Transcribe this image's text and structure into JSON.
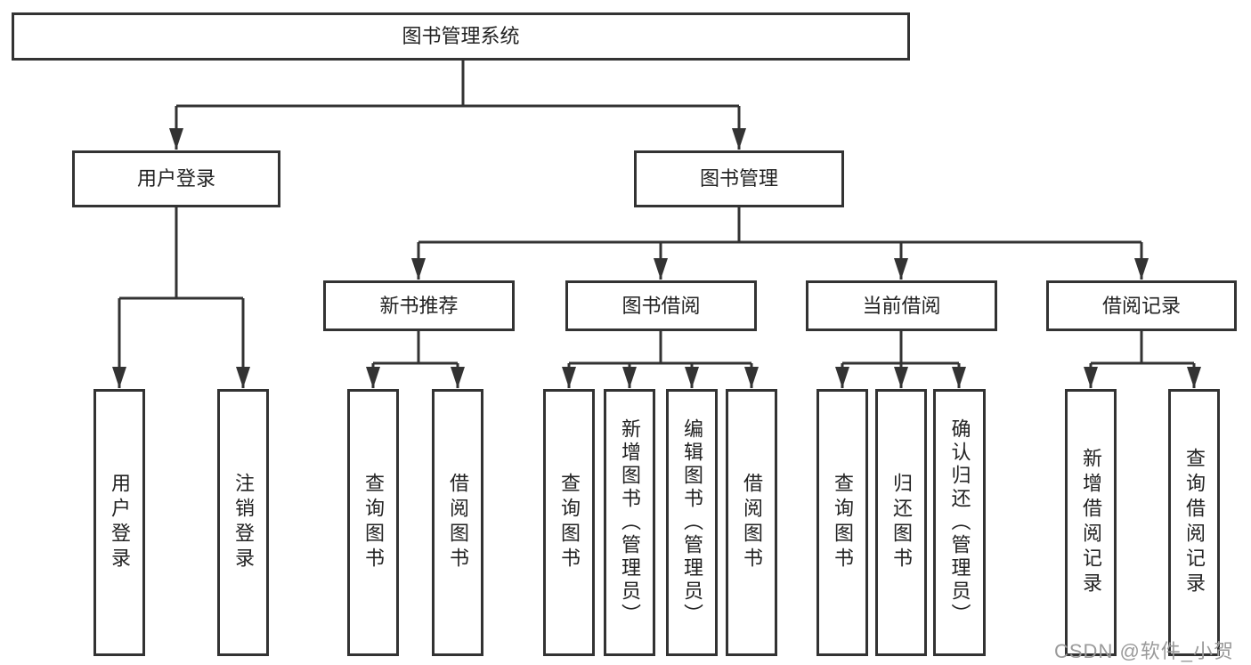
{
  "diagram_title": "图书管理系统",
  "tree": {
    "label": "图书管理系统",
    "children": [
      {
        "label": "用户登录",
        "children": [
          {
            "label": "用户登录"
          },
          {
            "label": "注销登录"
          }
        ]
      },
      {
        "label": "图书管理",
        "children": [
          {
            "label": "新书推荐",
            "children": [
              {
                "label": "查询图书"
              },
              {
                "label": "借阅图书"
              }
            ]
          },
          {
            "label": "图书借阅",
            "children": [
              {
                "label": "查询图书"
              },
              {
                "label": "新增图书（管理员）"
              },
              {
                "label": "编辑图书（管理员）"
              },
              {
                "label": "借阅图书"
              }
            ]
          },
          {
            "label": "当前借阅",
            "children": [
              {
                "label": "查询图书"
              },
              {
                "label": "归还图书"
              },
              {
                "label": "确认归还（管理员）"
              }
            ]
          },
          {
            "label": "借阅记录",
            "children": [
              {
                "label": "新增借阅记录"
              },
              {
                "label": "查询借阅记录"
              }
            ]
          }
        ]
      }
    ]
  },
  "watermark": {
    "text": "CSDN @软件_小贺同学"
  },
  "colors": {
    "line": "#333333",
    "box_border": "#333333",
    "text": "#222222",
    "watermark": "#9a9a9a",
    "background": "#ffffff"
  }
}
